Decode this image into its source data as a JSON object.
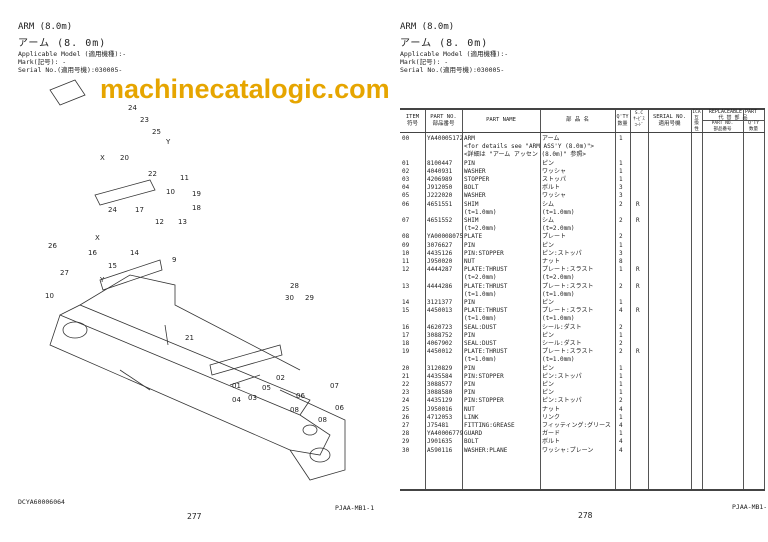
{
  "left_page": {
    "title": "ARM (8.0m)",
    "title_jp": "アーム (8. 0m)",
    "applicable_model": "Applicable Model (適用機種):-",
    "mark": "Mark(記号): -",
    "serial": "Serial No.(適用号機):030005-",
    "drawing_code": "DCYA60006064",
    "doc_code": "PJAA-MB1-1",
    "page_number": "277"
  },
  "right_page": {
    "title": "ARM (8.0m)",
    "title_jp": "アーム (8. 0m)",
    "applicable_model": "Applicable Model (適用機種):-",
    "mark": "Mark(記号): -",
    "serial": "Serial No.(適用号機):030005-",
    "doc_code": "PJAA-MB1-1",
    "page_number": "278"
  },
  "watermark": "machinecatalogic.com",
  "diagram": {
    "callouts": [
      "24",
      "23",
      "25",
      "Y",
      "X",
      "20",
      "22",
      "19",
      "18",
      "14",
      "16",
      "15",
      "11",
      "10",
      "13",
      "17",
      "12",
      "24",
      "26",
      "X",
      "27",
      "Y",
      "10",
      "30",
      "9",
      "21",
      "01",
      "03",
      "04",
      "05",
      "02",
      "06",
      "07",
      "08",
      "28",
      "29",
      "08",
      "06"
    ]
  },
  "table": {
    "headers": {
      "item": "ITEM\n符号",
      "part_no": "PART NO.\n部品番号",
      "part_name": "PART NAME",
      "jp_name": "部 品 名",
      "qty": "Q'TY\n数量",
      "sc": "S.C\nｻｰﾋﾞｽ\nｺｰﾄﾞ",
      "serial": "SERIAL NO.\n適用号機",
      "ica": "ICA\n互\n換\n性",
      "replaceable": "REPLACEABLE PART\n代 替 部 品",
      "rep_part_no": "PART NO.\n部品番号",
      "rep_qty": "Q'TY\n数量"
    },
    "rows": [
      [
        "00",
        "YA40005172",
        "ARM",
        "アーム",
        "1",
        ""
      ],
      [
        "",
        "",
        "<for details see \"ARM ASS'Y (8.0m)\">",
        "",
        "",
        ""
      ],
      [
        "",
        "",
        "<詳細は \"アーム アッセン (8.0m)\" 参照>",
        "",
        "",
        ""
      ],
      [
        "01",
        "8100447",
        "PIN",
        "ピン",
        "1",
        ""
      ],
      [
        "02",
        "4040931",
        "WASHER",
        "ワッシャ",
        "1",
        ""
      ],
      [
        "03",
        "4206989",
        "STOPPER",
        "ストッパ",
        "1",
        ""
      ],
      [
        "04",
        "J912050",
        "BOLT",
        "ボルト",
        "3",
        ""
      ],
      [
        "05",
        "J222020",
        "WASHER",
        "ワッシャ",
        "3",
        ""
      ],
      [
        "06",
        "4651551",
        "SHIM",
        "シム",
        "2",
        "R"
      ],
      [
        "",
        "",
        "(t=1.0mm)",
        "(t=1.0mm)",
        "",
        ""
      ],
      [
        "07",
        "4651552",
        "SHIM",
        "シム",
        "2",
        "R"
      ],
      [
        "",
        "",
        "(t=2.0mm)",
        "(t=2.0mm)",
        "",
        ""
      ],
      [
        "08",
        "YA00008075",
        "PLATE",
        "プレート",
        "2",
        ""
      ],
      [
        "09",
        "3076627",
        "PIN",
        "ピン",
        "1",
        ""
      ],
      [
        "10",
        "4435126",
        "PIN:STOPPER",
        "ピン:ストッパ",
        "3",
        ""
      ],
      [
        "11",
        "J950020",
        "NUT",
        "ナット",
        "8",
        ""
      ],
      [
        "12",
        "4444287",
        "PLATE:THRUST",
        "プレート:スラスト",
        "1",
        "R"
      ],
      [
        "",
        "",
        "(t=2.0mm)",
        "(t=2.0mm)",
        "",
        ""
      ],
      [
        "13",
        "4444286",
        "PLATE:THRUST",
        "プレート:スラスト",
        "2",
        "R"
      ],
      [
        "",
        "",
        "(t=1.0mm)",
        "(t=1.0mm)",
        "",
        ""
      ],
      [
        "14",
        "3121377",
        "PIN",
        "ピン",
        "1",
        ""
      ],
      [
        "15",
        "4450013",
        "PLATE:THRUST",
        "プレート:スラスト",
        "4",
        "R"
      ],
      [
        "",
        "",
        "(t=1.0mm)",
        "(t=1.0mm)",
        "",
        ""
      ],
      [
        "16",
        "4620723",
        "SEAL:DUST",
        "シール:ダスト",
        "2",
        ""
      ],
      [
        "17",
        "3088752",
        "PIN",
        "ピン",
        "1",
        ""
      ],
      [
        "18",
        "4067902",
        "SEAL:DUST",
        "シール:ダスト",
        "2",
        ""
      ],
      [
        "19",
        "4450012",
        "PLATE:THRUST",
        "プレート:スラスト",
        "2",
        "R"
      ],
      [
        "",
        "",
        "(t=1.0mm)",
        "(t=1.0mm)",
        "",
        ""
      ],
      [
        "20",
        "3120829",
        "PIN",
        "ピン",
        "1",
        ""
      ],
      [
        "21",
        "4435584",
        "PIN:STOPPER",
        "ピン:ストッパ",
        "1",
        ""
      ],
      [
        "22",
        "3088577",
        "PIN",
        "ピン",
        "1",
        ""
      ],
      [
        "23",
        "3088580",
        "PIN",
        "ピン",
        "1",
        ""
      ],
      [
        "24",
        "4435129",
        "PIN:STOPPER",
        "ピン:ストッパ",
        "2",
        ""
      ],
      [
        "25",
        "J950016",
        "NUT",
        "ナット",
        "4",
        ""
      ],
      [
        "26",
        "4712053",
        "LINK",
        "リンク",
        "1",
        ""
      ],
      [
        "27",
        "J75481",
        "FITTING:GREASE",
        "フィッティング:グリース",
        "4",
        ""
      ],
      [
        "28",
        "YA40006779",
        "GUARD",
        "ガード",
        "1",
        ""
      ],
      [
        "29",
        "J901635",
        "BOLT",
        "ボルト",
        "4",
        ""
      ],
      [
        "30",
        "A590116",
        "WASHER:PLANE",
        "ワッシャ:プレーン",
        "4",
        ""
      ]
    ]
  }
}
